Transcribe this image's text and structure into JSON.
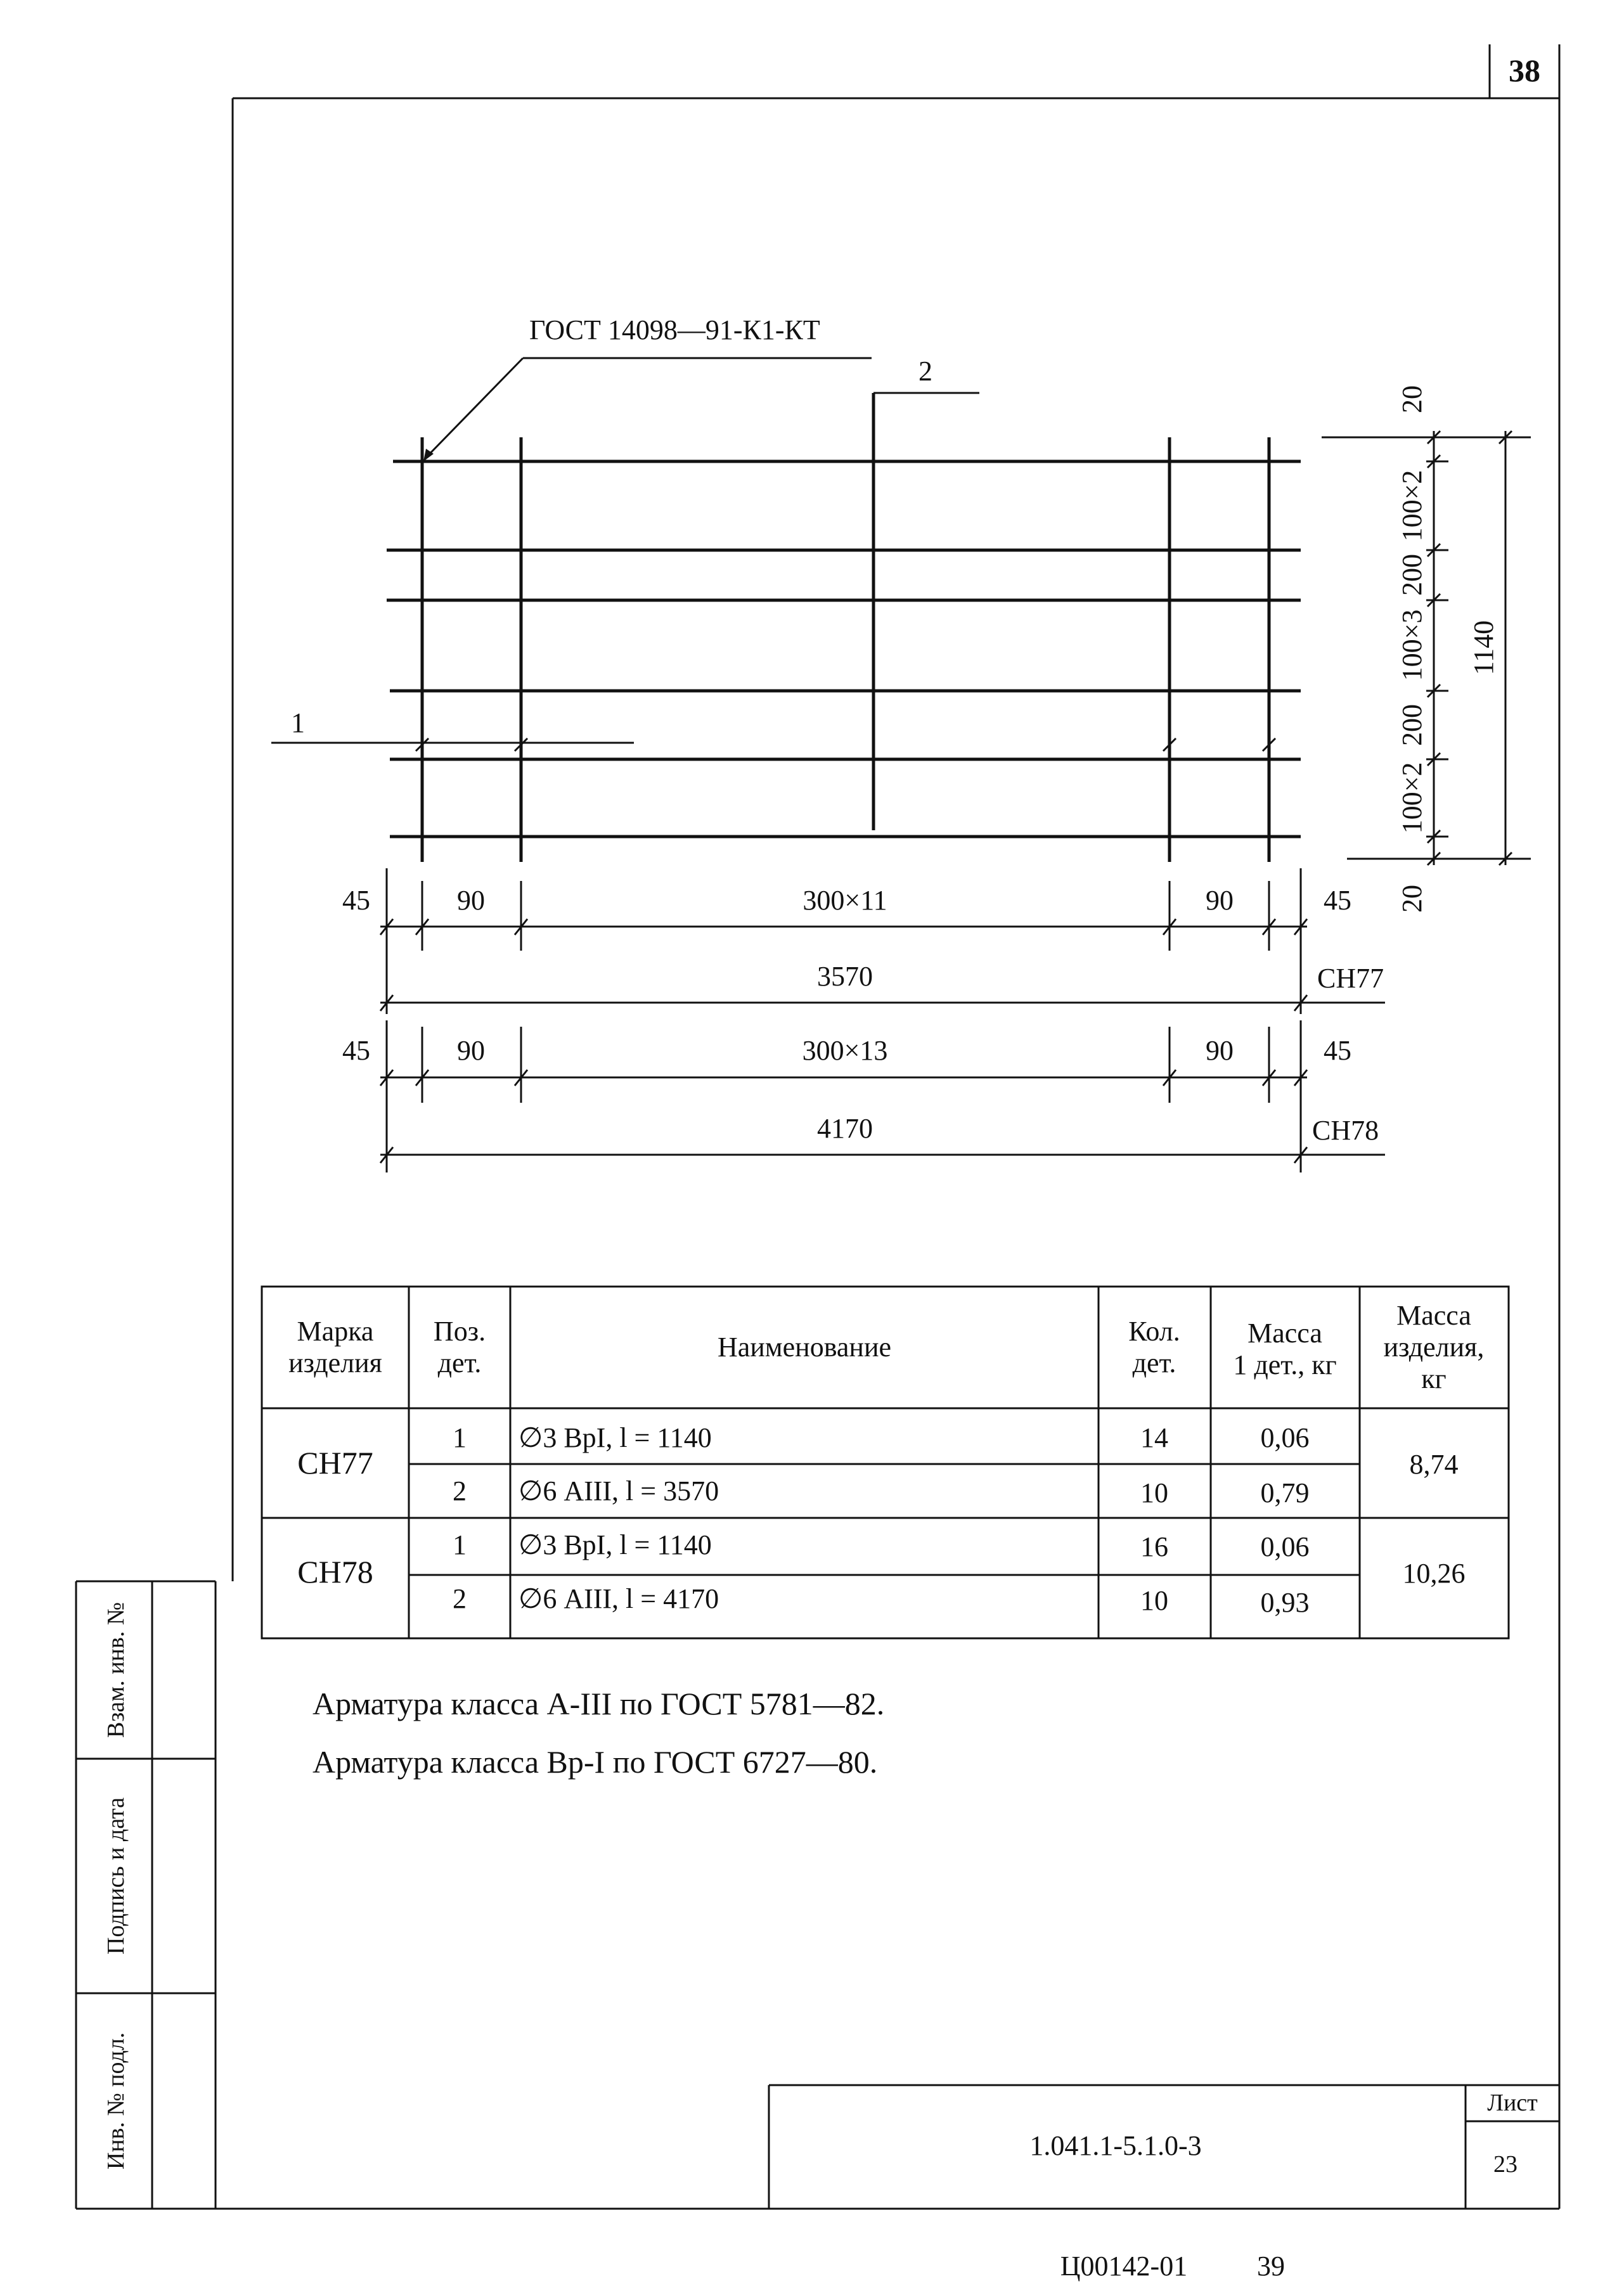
{
  "page_number": "38",
  "drawing": {
    "gost_label": "ГОСТ 14098—91-К1-КТ",
    "pos_1": "1",
    "pos_2": "2",
    "dims": {
      "top_left_45": "45",
      "top_90_left": "90",
      "top_300": "300×11",
      "top_90_right": "90",
      "top_right_45": "45",
      "total_1": "3570",
      "mark_1": "СН77",
      "bot_left_45": "45",
      "bot_90_left": "90",
      "bot_300": "300×13",
      "bot_90_right": "90",
      "bot_right_45": "45",
      "total_2": "4170",
      "mark_2": "СН78",
      "v_20_top": "20",
      "v_100x2_top": "100×2",
      "v_200_top": "200",
      "v_100x3": "100×3",
      "v_200_bot": "200",
      "v_100x2_bot": "100×2",
      "v_20_bot": "20",
      "v_total": "1140"
    }
  },
  "table": {
    "headers": {
      "mark": [
        "Марка",
        "изделия"
      ],
      "pos": [
        "Поз.",
        "дет."
      ],
      "name": "Наименование",
      "qty": [
        "Кол.",
        "дет."
      ],
      "mass_one": [
        "Масса",
        "1 дет., кг"
      ],
      "mass_total": [
        "Масса",
        "изделия,",
        "кг"
      ]
    },
    "groups": [
      {
        "mark": "СН77",
        "total_mass": "8,74",
        "rows": [
          {
            "pos": "1",
            "name": "∅3 ВрI, l = 1140",
            "qty": "14",
            "mass": "0,06"
          },
          {
            "pos": "2",
            "name": "∅6 АIII, l = 3570",
            "qty": "10",
            "mass": "0,79"
          }
        ]
      },
      {
        "mark": "СН78",
        "total_mass": "10,26",
        "rows": [
          {
            "pos": "1",
            "name": "∅3 ВрI, l = 1140",
            "qty": "16",
            "mass": "0,06"
          },
          {
            "pos": "2",
            "name": "∅6 АIII, l = 4170",
            "qty": "10",
            "mass": "0,93"
          }
        ]
      }
    ]
  },
  "notes": [
    "Арматура класса А-III по ГОСТ 5781—82.",
    "Арматура класса Вр-I по ГОСТ 6727—80."
  ],
  "side_stamp": {
    "vzam": "Взам. инв. №",
    "podpis": "Подпись и дата",
    "inv": "Инв. № подл."
  },
  "title_block": {
    "code": "1.041.1-5.1.0-3",
    "sheet_label": "Лист",
    "sheet_no": "23"
  },
  "footer": {
    "doc_code": "Ц00142-01",
    "page": "39"
  }
}
